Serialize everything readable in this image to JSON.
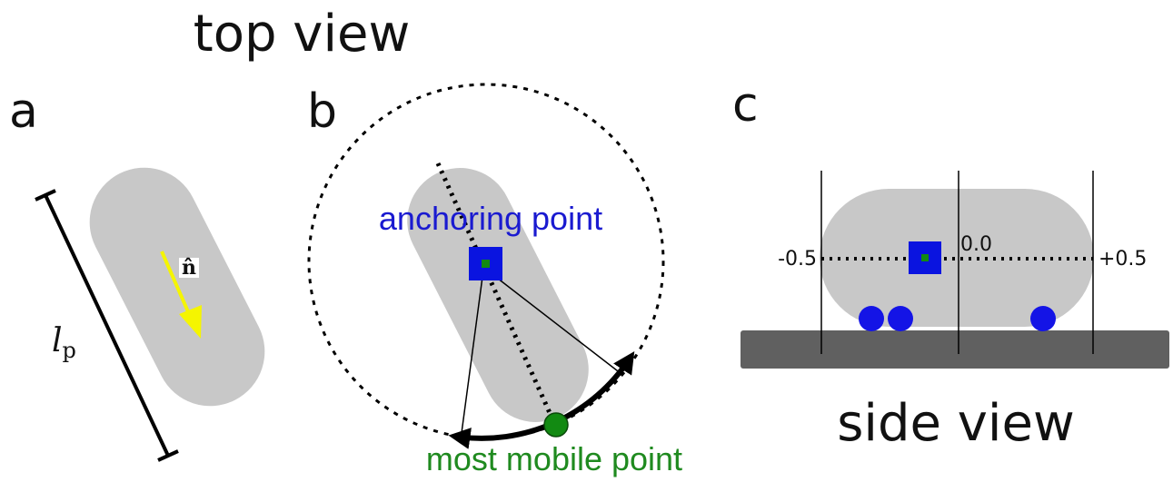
{
  "titles": {
    "top": "top view",
    "side": "side view"
  },
  "panels": {
    "a": {
      "letter": "a",
      "normal_symbol": "n̂",
      "length_symbol": "l",
      "length_subscript": "p"
    },
    "b": {
      "letter": "b",
      "anchor_label": "anchoring point",
      "mobile_label": "most mobile point"
    },
    "c": {
      "letter": "c",
      "tick_left": "-0.5",
      "tick_center": "0.0",
      "tick_right": "+0.5"
    }
  },
  "colors": {
    "body_gray": "#c8c8c8",
    "ground_gray": "#606060",
    "anchor_blue": "#0a14e0",
    "point_green": "#128a12",
    "text_blue": "#1a1ad0",
    "text_green": "#1f8a1f",
    "arrow_yellow": "#f5f500",
    "wheel_blue": "#1414e6"
  }
}
